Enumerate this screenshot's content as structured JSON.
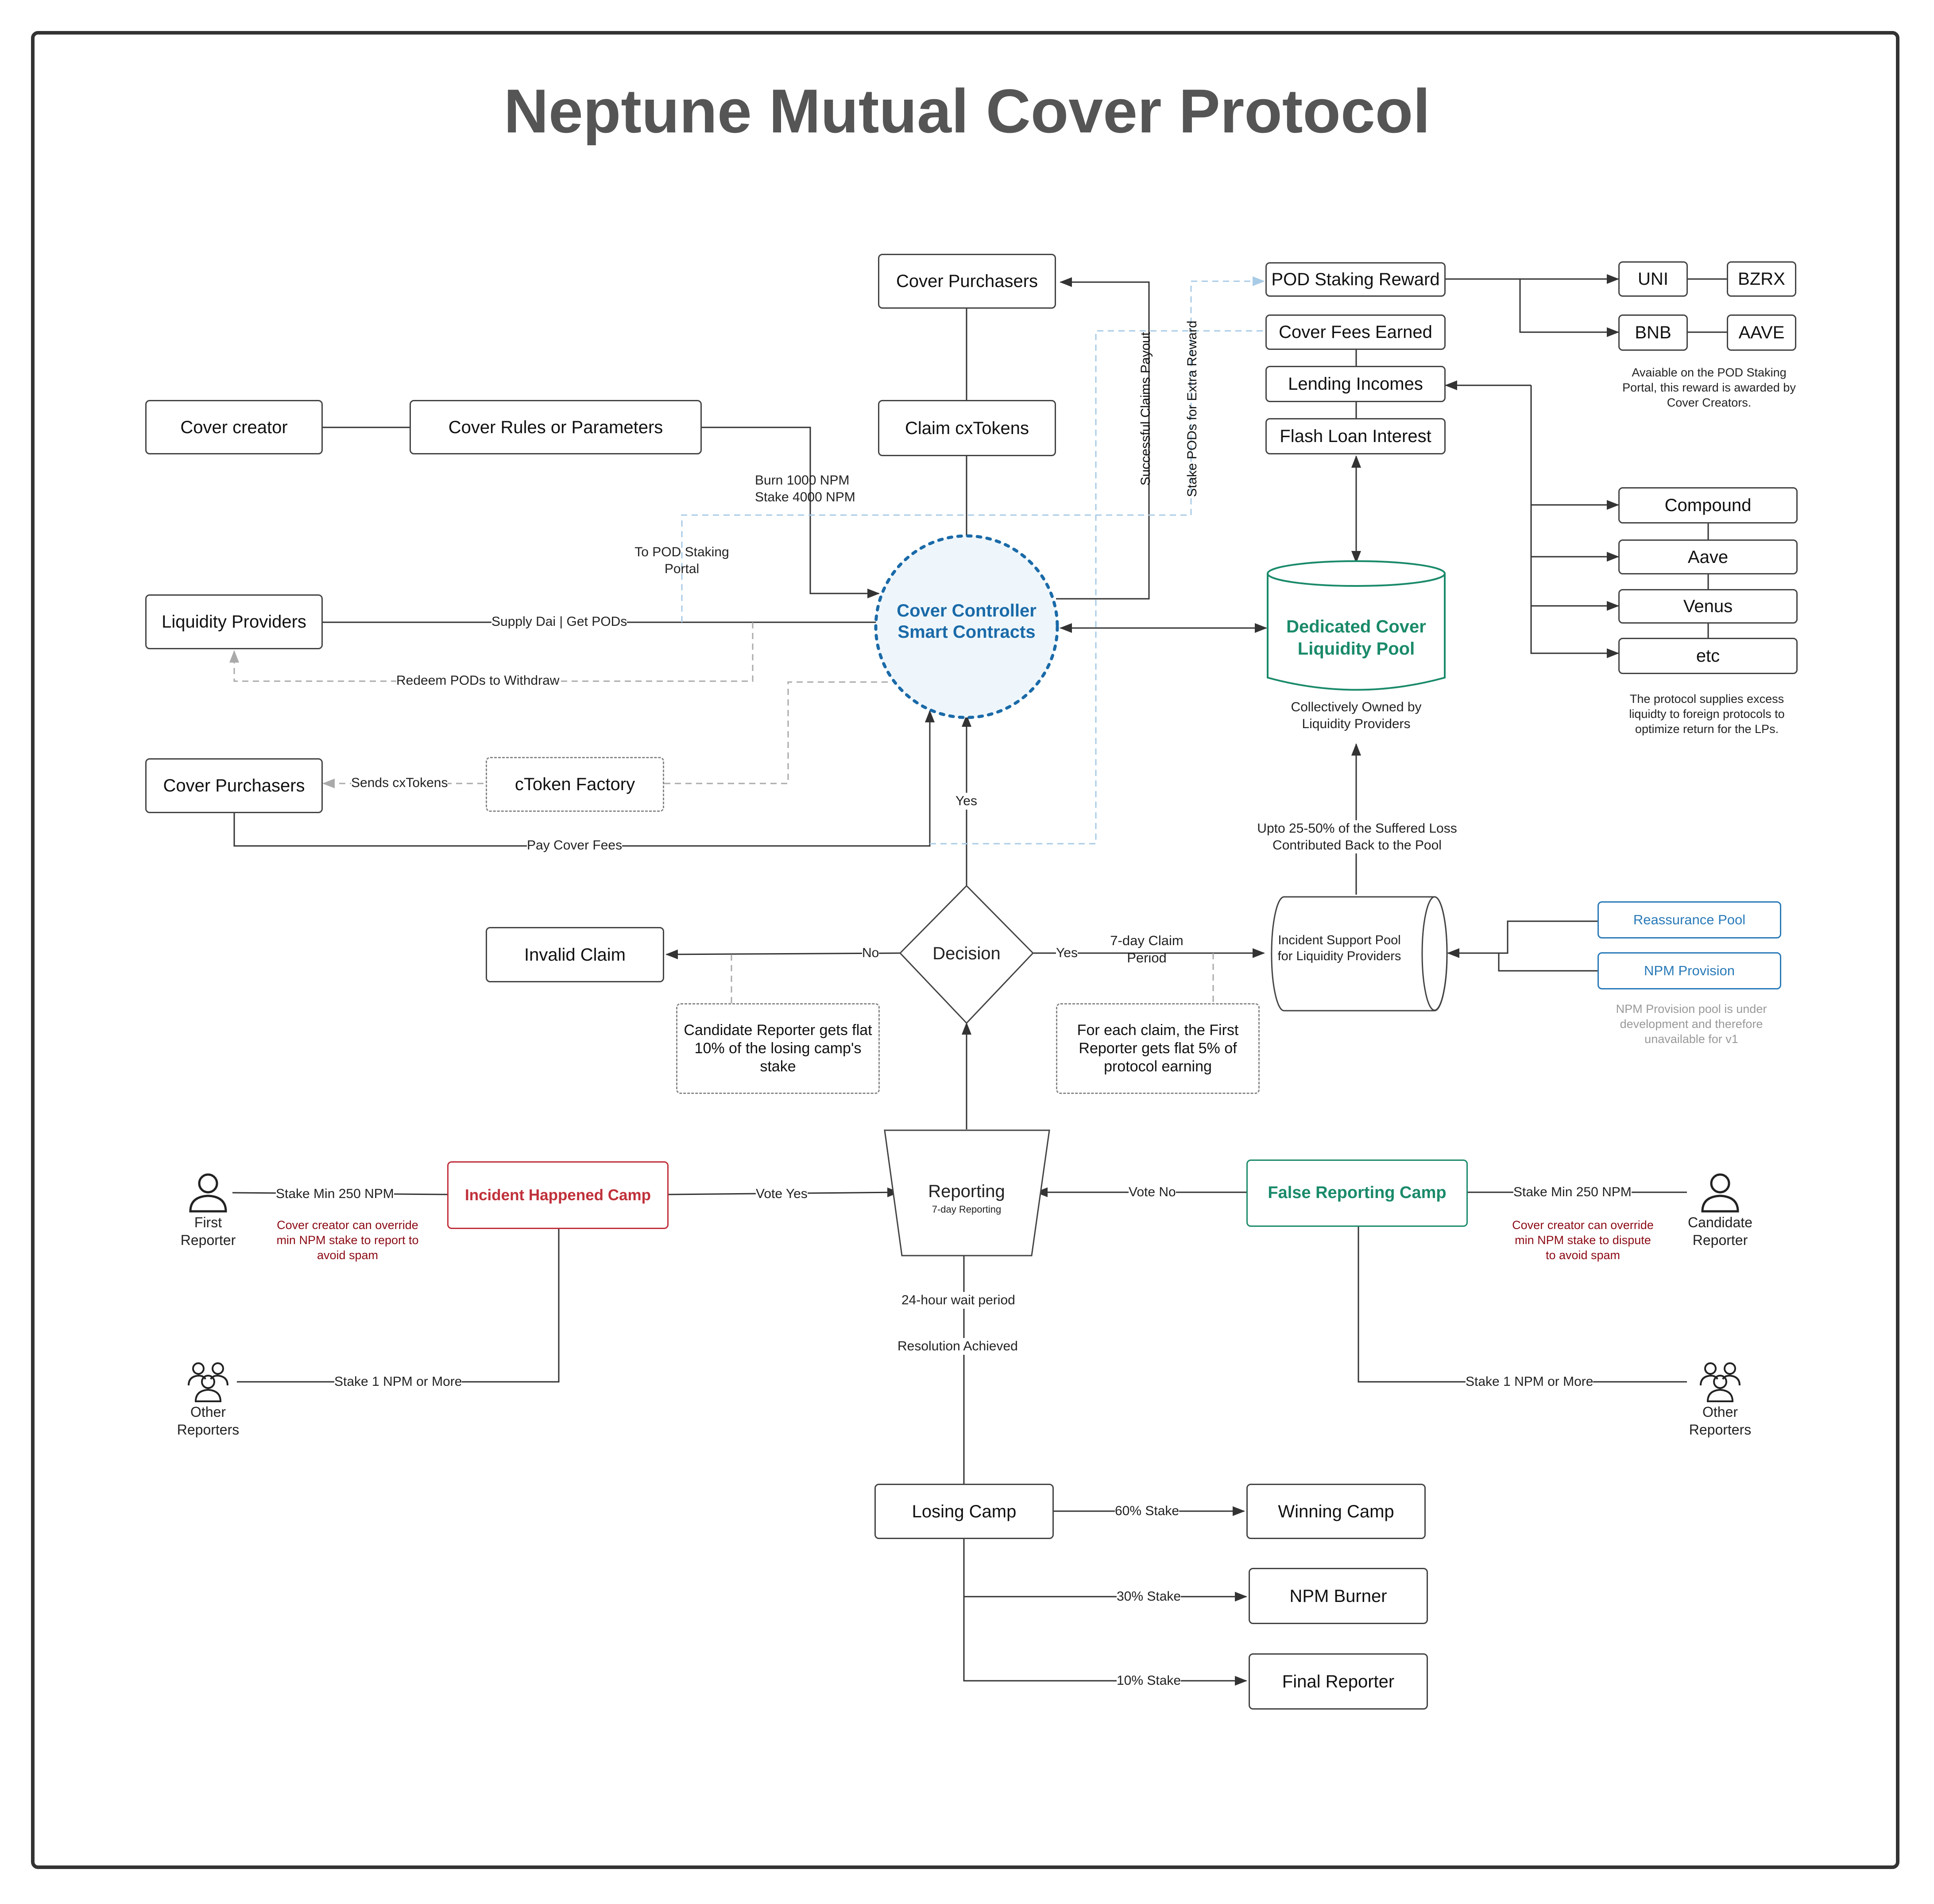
{
  "title": "Neptune Mutual Cover Protocol",
  "nodes": {
    "cover_purchasers_top": "Cover Purchasers",
    "claim_cxtokens": "Claim cxTokens",
    "cover_creator": "Cover creator",
    "cover_rules": "Cover Rules or Parameters",
    "liquidity_providers": "Liquidity Providers",
    "cover_purchasers_left": "Cover Purchasers",
    "ctoken_factory": "cToken Factory",
    "cover_controller": "Cover Controller Smart Contracts",
    "pod_staking_reward": "POD Staking Reward",
    "cover_fees_earned": "Cover Fees Earned",
    "lending_incomes": "Lending Incomes",
    "flash_loan_interest": "Flash Loan Interest",
    "uni": "UNI",
    "bzrx": "BZRX",
    "bnb": "BNB",
    "aave_token": "AAVE",
    "compound": "Compound",
    "aave": "Aave",
    "venus": "Venus",
    "etc": "etc",
    "dedicated_pool": "Dedicated Cover Liquidity Pool",
    "decision": "Decision",
    "invalid_claim": "Invalid Claim",
    "incident_support_pool": "Incident Support Pool for Liquidity Providers",
    "reassurance_pool": "Reassurance Pool",
    "npm_provision": "NPM Provision",
    "candidate_reporter_reward": "Candidate Reporter gets flat 10% of the losing camp's stake",
    "first_reporter_reward": "For each claim, the First Reporter gets flat 5% of protocol earning",
    "incident_camp": "Incident Happened Camp",
    "false_camp": "False Reporting Camp",
    "reporting": "Reporting",
    "reporting_sub": "7-day Reporting",
    "losing_camp": "Losing Camp",
    "winning_camp": "Winning Camp",
    "npm_burner": "NPM Burner",
    "final_reporter": "Final Reporter"
  },
  "people": {
    "first_reporter": "First Reporter",
    "candidate_reporter": "Candidate Reporter",
    "other_reporters_left": "Other Reporters",
    "other_reporters_right": "Other Reporters"
  },
  "labels": {
    "burn_stake": "Burn 1000 NPM Stake 4000 NPM",
    "to_pod_portal": "To POD Staking Portal",
    "supply_dai": "Supply Dai  |  Get PODs",
    "redeem_pods": "Redeem PODs to Withdraw",
    "sends_cxtokens": "Sends cxTokens",
    "pay_cover_fees": "Pay Cover Fees",
    "successful_claims": "Successful Claims Payout",
    "stake_pods": "Stake PODs for Extra Reward",
    "yes_up": "Yes",
    "no": "No",
    "yes_right": "Yes",
    "claim_period": "7-day Claim Period",
    "upto": "Upto 25-50% of the Suffered Loss Contributed Back to the Pool",
    "collectively_owned": "Collectively Owned by Liquidity Providers",
    "stake_min_left": "Stake Min 250 NPM",
    "stake_min_right": "Stake Min 250 NPM",
    "vote_yes": "Vote Yes",
    "vote_no": "Vote No",
    "stake_1_left": "Stake 1 NPM or More",
    "stake_1_right": "Stake 1 NPM or More",
    "wait_period": "24-hour wait period",
    "resolution": "Resolution Achieved",
    "stake_60": "60% Stake",
    "stake_30": "30% Stake",
    "stake_10": "10% Stake"
  },
  "notes": {
    "pod_reward_note": "Avaiable on the POD Staking Portal, this reward is awarded by Cover Creators.",
    "protocol_supply_note": "The protocol supplies excess liquidty to foreign protocols to optimize return for the LPs.",
    "npm_provision_note": "NPM Provision pool is under development and therefore unavailable for v1",
    "override_left": "Cover creator can override min NPM stake to report to avoid spam",
    "override_right": "Cover creator can override min NPM stake to dispute to avoid spam"
  },
  "colors": {
    "controller_blue": "#1a6aa8",
    "pool_green": "#1a8a6a",
    "incident_red": "#c0303a",
    "link_blue": "#2a7ab8",
    "dashed_blue": "#a8cbe6",
    "title_grey": "#555555"
  }
}
